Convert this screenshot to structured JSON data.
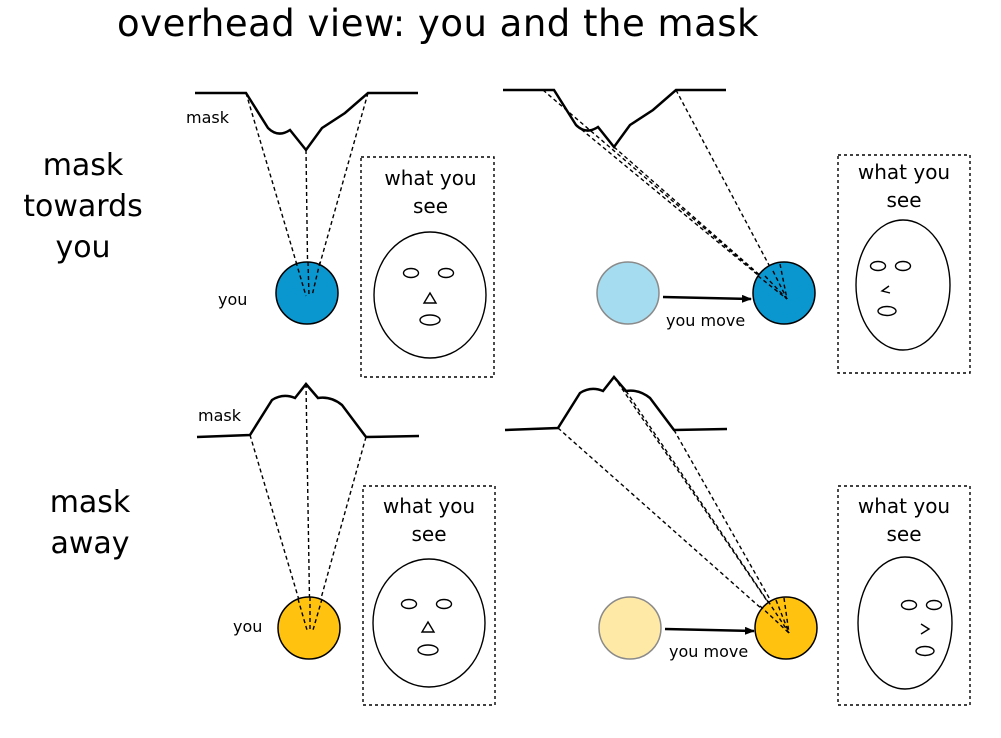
{
  "title": "overhead view:  you and the mask",
  "rows": [
    {
      "label_lines": [
        "mask",
        "towards",
        "you"
      ],
      "color": "#0A96CF",
      "faded_color": "#A6DCEF"
    },
    {
      "label_lines": [
        "mask",
        "away"
      ],
      "color": "#FFC20E",
      "faded_color": "#FFE9A6"
    }
  ],
  "labels": {
    "mask": "mask",
    "you": "you",
    "you_move": "you move",
    "what_you_see_lines": [
      "what you",
      "see"
    ]
  }
}
